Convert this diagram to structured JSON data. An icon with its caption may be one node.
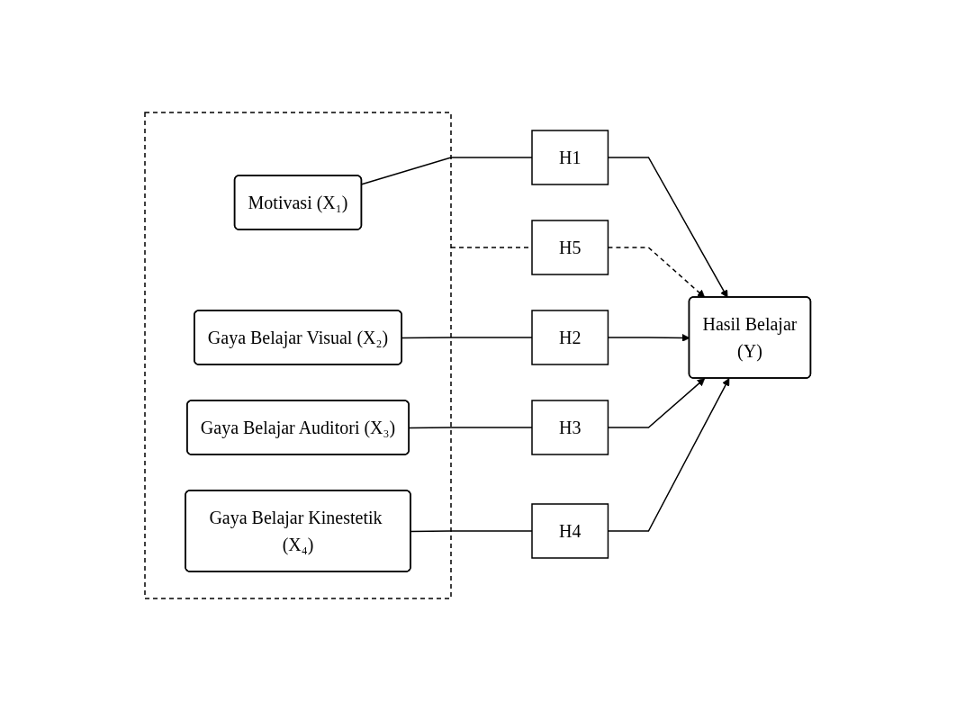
{
  "diagram": {
    "nodes": [
      {
        "text": [],
        "shape": "box"
      },
      {
        "text": [
          "Motivasi (X₁)"
        ],
        "in": 0
      },
      {
        "text": [
          "Gaya Belajar Visual (X₂)"
        ],
        "in": 0
      },
      {
        "text": [
          "Gaya Belajar Auditori (X₃)"
        ],
        "in": 0
      },
      {
        "text": [
          "Gaya Belajar Kinestetik (X₄)"
        ],
        "in": 0
      },
      {
        "text": [
          "H1"
        ]
      },
      {
        "text": [
          "H2"
        ]
      },
      {
        "text": [
          "H3"
        ]
      },
      {
        "text": [
          "H4"
        ]
      },
      {
        "text": [
          "Hasil Belajar",
          "(Y)"
        ]
      },
      {
        "text": [
          "H5"
        ]
      }
    ],
    "edges": [
      {
        "from": 1,
        "to": 5,
        "arrow": "none"
      },
      {
        "from": 5,
        "to": 9,
        "arrow": "to"
      },
      {
        "from": 2,
        "to": 6,
        "arrow": "none"
      },
      {
        "from": 6,
        "to": 9,
        "arrow": "to"
      },
      {
        "from": 3,
        "to": 7,
        "arrow": "none"
      },
      {
        "from": 7,
        "to": 9,
        "arrow": "to"
      },
      {
        "from": 4,
        "to": 8,
        "arrow": "none"
      },
      {
        "from": 8,
        "to": 9,
        "arrow": "to"
      },
      {
        "from": 0,
        "to": 10,
        "arrow": "none",
        "style": "dashed"
      },
      {
        "from": 10,
        "to": 9,
        "arrow": "to",
        "style": "dashed"
      }
    ]
  }
}
